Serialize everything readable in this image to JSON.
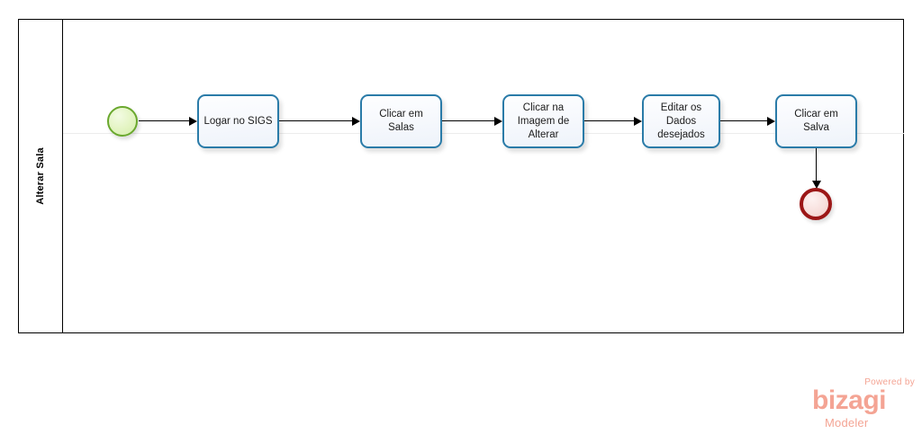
{
  "diagram": {
    "type": "bpmn-process",
    "pool": {
      "lane_label": "Alterar Sala"
    },
    "start_event": {
      "name": "start-event",
      "label": "",
      "color": "#6aa82e",
      "fill": "#e3f4c2"
    },
    "end_event": {
      "name": "end-event",
      "label": "",
      "color": "#9c1717",
      "fill": "#f7dedb"
    },
    "tasks": [
      {
        "id": "task-1",
        "label": "Logar no SIGS"
      },
      {
        "id": "task-2",
        "label": "Clicar em Salas"
      },
      {
        "id": "task-3",
        "label": "Clicar na\nImagem de\nAlterar"
      },
      {
        "id": "task-4",
        "label": "Editar os\nDados\ndesejados"
      },
      {
        "id": "task-5",
        "label": "Clicar em Salva"
      }
    ],
    "task_style": {
      "border_color": "#2a7ba8",
      "fill_color": "#f7f9fd"
    },
    "flows": [
      {
        "id": "flow-1",
        "from": "start-event",
        "to": "task-1"
      },
      {
        "id": "flow-2",
        "from": "task-1",
        "to": "task-2"
      },
      {
        "id": "flow-3",
        "from": "task-2",
        "to": "task-3"
      },
      {
        "id": "flow-4",
        "from": "task-3",
        "to": "task-4"
      },
      {
        "id": "flow-5",
        "from": "task-4",
        "to": "task-5"
      },
      {
        "id": "flow-6",
        "from": "task-5",
        "to": "end-event"
      }
    ]
  },
  "watermark": {
    "powered_by": "Powered by",
    "brand": "bizagi",
    "product": "Modeler",
    "color": "#f4a494"
  }
}
